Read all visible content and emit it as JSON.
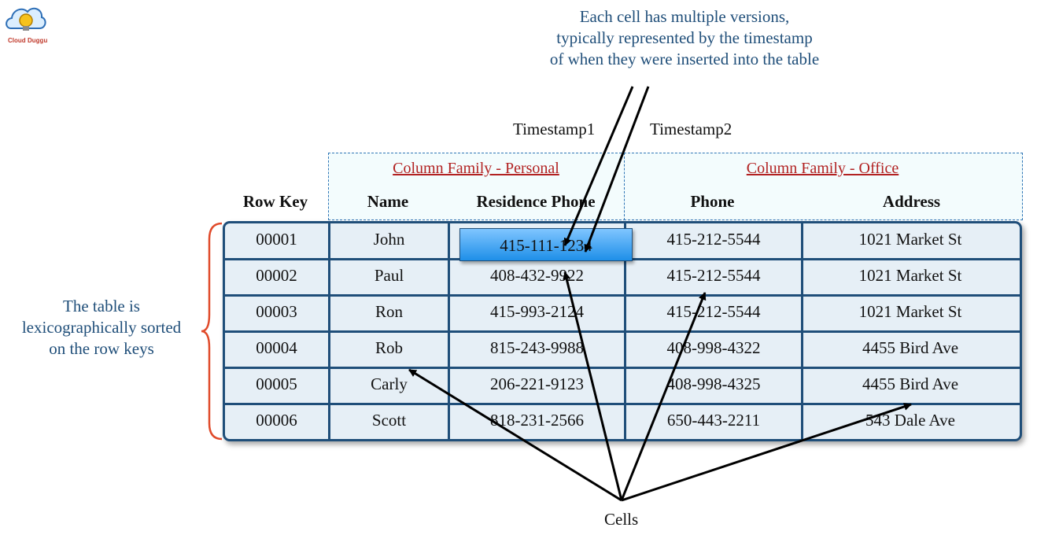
{
  "annotation_top": [
    "Each cell has multiple versions,",
    "typically represented by the timestamp",
    "of when they were inserted into the table"
  ],
  "timestamp1": "Timestamp1",
  "timestamp2": "Timestamp2",
  "family_personal": "Column Family - Personal",
  "family_office": "Column Family - Office",
  "headers": [
    "Row Key",
    "Name",
    "Residence Phone",
    "Phone",
    "Address"
  ],
  "rows": [
    [
      "00001",
      "John",
      "415-111-1234",
      "415-212-5544",
      "1021 Market St"
    ],
    [
      "00002",
      "Paul",
      "408-432-9922",
      "415-212-5544",
      "1021 Market St"
    ],
    [
      "00003",
      "Ron",
      "415-993-2124",
      "415-212-5544",
      "1021 Market St"
    ],
    [
      "00004",
      "Rob",
      "815-243-9988",
      "408-998-4322",
      "4455 Bird Ave"
    ],
    [
      "00005",
      "Carly",
      "206-221-9123",
      "408-998-4325",
      "4455 Bird Ave"
    ],
    [
      "00006",
      "Scott",
      "818-231-2566",
      "650-443-2211",
      "543 Dale Ave"
    ]
  ],
  "highlighted_version": "415-111-1234",
  "side_note": [
    "The table is",
    "lexicographically sorted",
    "on the row keys"
  ],
  "cells_label": "Cells",
  "colors": {
    "table_border": "#1f4e79",
    "table_fill": "#e6eff6",
    "family_title": "#b22222",
    "annotation": "#1f4e79",
    "brace": "#e04a2a",
    "highlight": "#1e8fe8"
  }
}
